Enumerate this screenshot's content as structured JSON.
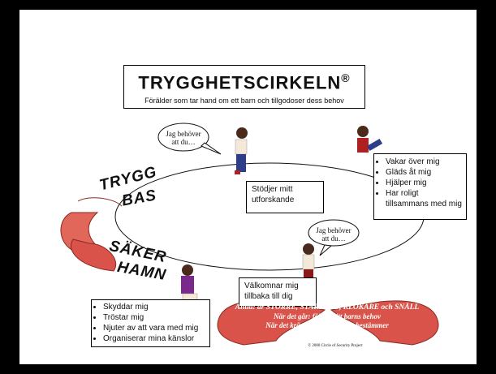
{
  "title": "TRYGGHETSCIRKELN",
  "title_mark": "®",
  "subtitle": "Förälder som tar hand om ett barn och tillgodoser dess behov",
  "labels": {
    "trygg": "TRYGG",
    "bas": "BAS",
    "saker": "SÄKER",
    "hamn": "HAMN"
  },
  "bubbles": {
    "top": [
      "Jag behöver",
      "att du…"
    ],
    "right": [
      "Jag behöver",
      "att du…"
    ]
  },
  "boxes": {
    "stodjer": [
      "Stödjer mitt",
      "utforskande"
    ],
    "valkomnar": [
      "Välkomnar mig",
      "tillbaka till dig"
    ],
    "right_list": [
      "Vakar  över mig",
      "Gläds åt mig",
      "Hjälper mig",
      "Har roligt tillsammans med mig"
    ],
    "left_list": [
      "Skyddar mig",
      "Tröstar mig",
      "Njuter av att vara med mig",
      "Organiserar mina känslor"
    ]
  },
  "always": {
    "line1": "Alltid: är STÖRRE, STARKARE, KLOKARE och SNÄLL",
    "line2": "När det går: följer mitt barns behov",
    "line3": "När det krävs: tar ansvar och bestämmer"
  },
  "copyright": "© 2000 Circle of Security Project",
  "colors": {
    "hand": "#d9534a",
    "background": "#000000",
    "slide": "#ffffff"
  }
}
